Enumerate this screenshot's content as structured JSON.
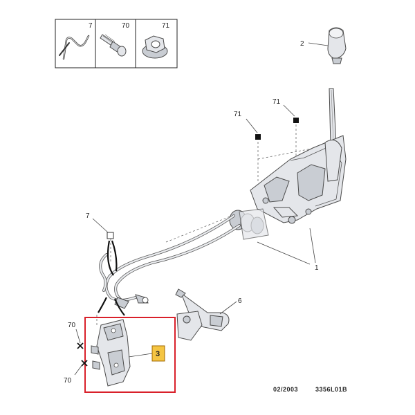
{
  "legend": {
    "items": [
      {
        "number": "7",
        "icon": "wire-clip-icon"
      },
      {
        "number": "70",
        "icon": "bolt-icon"
      },
      {
        "number": "71",
        "icon": "flange-nut-icon"
      }
    ]
  },
  "callouts": {
    "knob": "2",
    "nut_left": "71",
    "nut_right": "71",
    "clip": "7",
    "assembly": "1",
    "lever": "6",
    "screw_top": "70",
    "screw_bottom": "70",
    "highlighted_part": "3"
  },
  "highlight": {
    "box_color": "#d9202a",
    "badge_color": "#f5c542"
  },
  "footer": {
    "date": "02/2003",
    "reference": "3356L01B"
  }
}
